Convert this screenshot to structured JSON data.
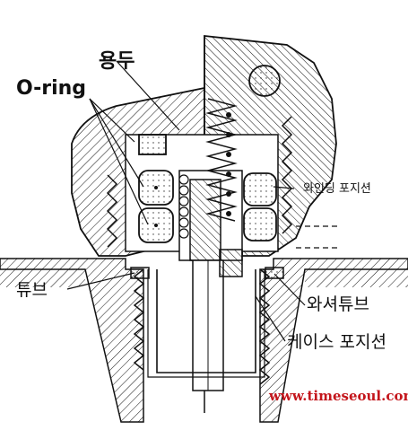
{
  "labels": {
    "yongdu": "용두",
    "oring": "O-ring",
    "winding_position": "와인딩 포지션",
    "tube": "튜브",
    "washer_tube": "와셔튜브",
    "case_position": "케이스 포지션"
  },
  "watermark": "www.timeseoul.com",
  "colors": {
    "line": "#111111",
    "watermark": "#c4161c",
    "paper": "#ffffff"
  }
}
